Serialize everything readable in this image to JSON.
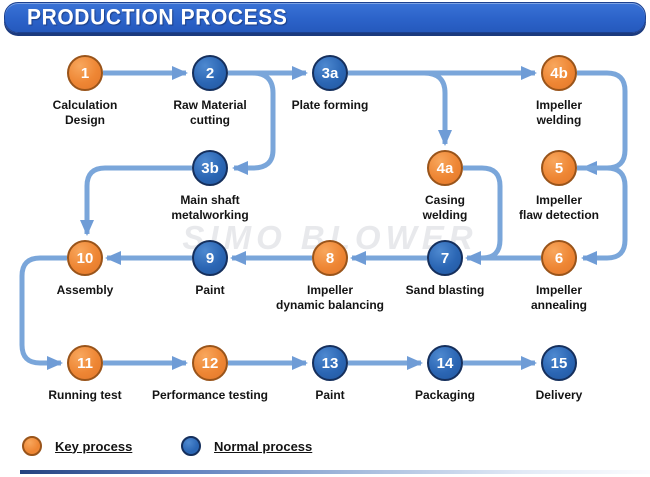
{
  "header": {
    "title": "PRODUCTION PROCESS"
  },
  "watermark": "SIMO BLOWER",
  "colors": {
    "key_process": "#EE8634",
    "key_border": "#99541A",
    "normal_process": "#2B66B4",
    "normal_border": "#152F5C",
    "arrow": "#7AA6DA",
    "header_bg": "#2C63C9",
    "label_text": "#141414"
  },
  "nodes": {
    "n1": {
      "num": "1",
      "label": "Calculation\nDesign",
      "type": "key"
    },
    "n2": {
      "num": "2",
      "label": "Raw Material\ncutting",
      "type": "normal"
    },
    "n3a": {
      "num": "3a",
      "label": "Plate forming",
      "type": "normal"
    },
    "n4b": {
      "num": "4b",
      "label": "Impeller\nwelding",
      "type": "key"
    },
    "n3b": {
      "num": "3b",
      "label": "Main shaft\nmetalworking",
      "type": "normal"
    },
    "n4a": {
      "num": "4a",
      "label": "Casing\nwelding",
      "type": "key"
    },
    "n5": {
      "num": "5",
      "label": "Impeller\nflaw detection",
      "type": "key"
    },
    "n10": {
      "num": "10",
      "label": "Assembly",
      "type": "key"
    },
    "n9": {
      "num": "9",
      "label": "Paint",
      "type": "normal"
    },
    "n8": {
      "num": "8",
      "label": "Impeller\ndynamic balancing",
      "type": "key"
    },
    "n7": {
      "num": "7",
      "label": "Sand blasting",
      "type": "normal"
    },
    "n6": {
      "num": "6",
      "label": "Impeller\nannealing",
      "type": "key"
    },
    "n11": {
      "num": "11",
      "label": "Running test",
      "type": "key"
    },
    "n12": {
      "num": "12",
      "label": "Performance testing",
      "type": "key"
    },
    "n13": {
      "num": "13",
      "label": "Paint",
      "type": "normal"
    },
    "n14": {
      "num": "14",
      "label": "Packaging",
      "type": "normal"
    },
    "n15": {
      "num": "15",
      "label": "Delivery",
      "type": "normal"
    }
  },
  "edges": [
    "1→2",
    "2→3a",
    "2→3b",
    "3a→4b",
    "3a→4a",
    "4b→5",
    "5→6",
    "6→7",
    "4a→7",
    "7→8",
    "8→9",
    "9→10",
    "3b→10",
    "10→11",
    "11→12",
    "12→13",
    "13→14",
    "14→15"
  ],
  "legend": {
    "key": {
      "label": "Key process"
    },
    "normal": {
      "label": "Normal process"
    }
  }
}
